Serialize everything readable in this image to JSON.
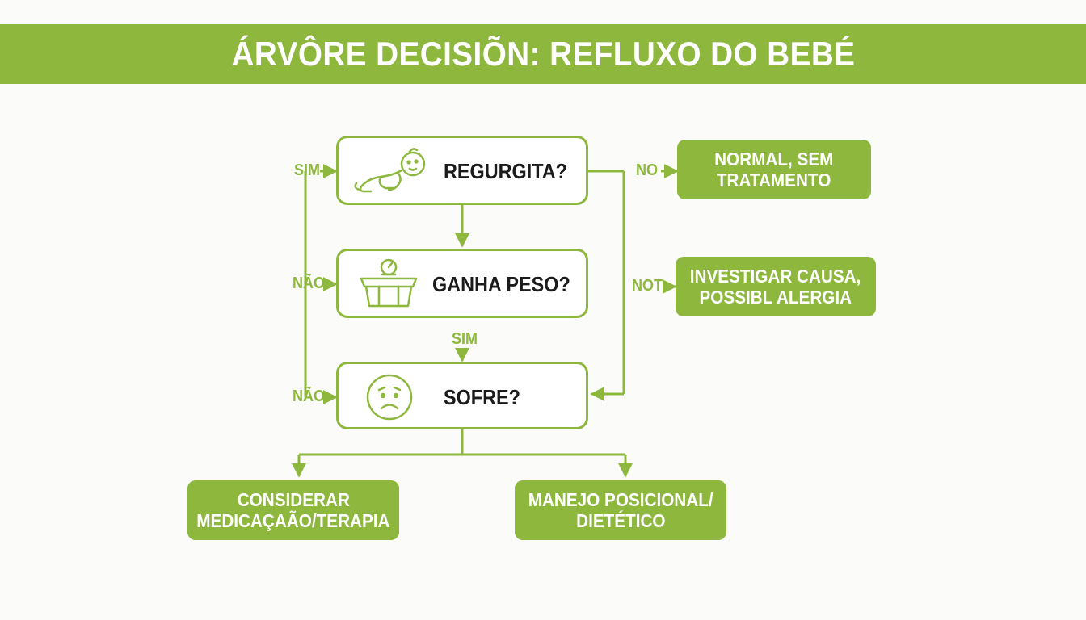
{
  "header": {
    "title": "ÁRVÔRE DECISIÕN: REFLUXO DO BEBÉ"
  },
  "questions": {
    "regurgita": {
      "text": "REGURGITA?",
      "icon": "baby-icon"
    },
    "ganha_peso": {
      "text": "GANHA PESO?",
      "icon": "scale-icon"
    },
    "sofre": {
      "text": "SOFRE?",
      "icon": "sad-face-icon"
    }
  },
  "outcomes": {
    "normal": {
      "line1": "NORMAL, SEM",
      "line2": "TRATAMENTO"
    },
    "investigar": {
      "line1": "INVESTIGAR CAUSA,",
      "line2": "POSSIBL ALERGIA"
    },
    "considerar": {
      "line1": "CONSIDERAR",
      "line2": "MEDICAÇAÃO/TERAPIA"
    },
    "manejo": {
      "line1": "MANEJO POSICIONAL/",
      "line2": "DIETÉTICO"
    }
  },
  "labels": {
    "left_sim": "SIM",
    "left_nao_1": "NÃO",
    "left_nao_2": "NÃO",
    "center_sim": "SIM",
    "right_no": "NO",
    "right_not": "NOT"
  },
  "colors": {
    "accent": "#8db83d",
    "text": "#1b1b1b",
    "background": "#fbfcfa"
  }
}
